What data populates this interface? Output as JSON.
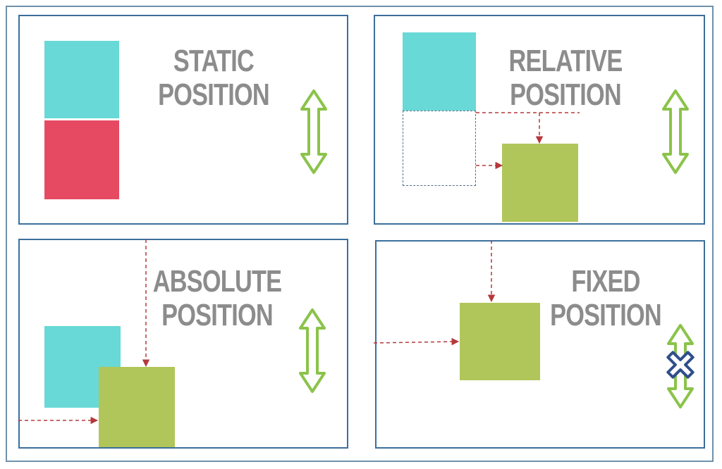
{
  "panels": [
    {
      "id": "static",
      "title_line1": "STATIC",
      "title_line2": "POSITION"
    },
    {
      "id": "relative",
      "title_line1": "RELATIVE",
      "title_line2": "POSITION"
    },
    {
      "id": "absolute",
      "title_line1": "ABSOLUTE",
      "title_line2": "POSITION"
    },
    {
      "id": "fixed",
      "title_line1": "FIXED",
      "title_line2": "POSITION"
    }
  ],
  "colors": {
    "panel_border": "#3b6f9c",
    "title_text": "#8c8c8c",
    "teal_box": "#68d9d6",
    "red_box": "#e64a62",
    "green_box": "#b0c65a",
    "offset_arrow": "#c0392b",
    "scroll_arrow": "#8bc34a",
    "fixed_cross": "#2e4f8a"
  },
  "icons": {
    "scroll_arrow": "double-headed-vertical-arrow-icon",
    "fixed_marker": "cross-icon"
  }
}
